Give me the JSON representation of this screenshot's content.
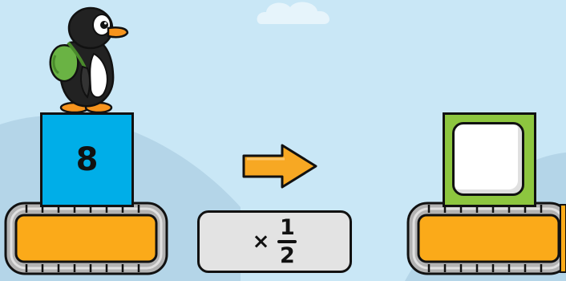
{
  "puzzle": {
    "input_value": "8",
    "operation": {
      "symbol": "×",
      "numerator": "1",
      "denominator": "2"
    },
    "output_value": ""
  },
  "colors": {
    "sky": "#c9e7f6",
    "input_box": "#00aee8",
    "output_box": "#8dc63f",
    "conveyor_belt": "#fbaa19",
    "arrow": "#f7a823",
    "operation_card": "#e3e3e3"
  },
  "icons": {
    "character": "penguin-with-backpack",
    "direction": "right-arrow"
  }
}
